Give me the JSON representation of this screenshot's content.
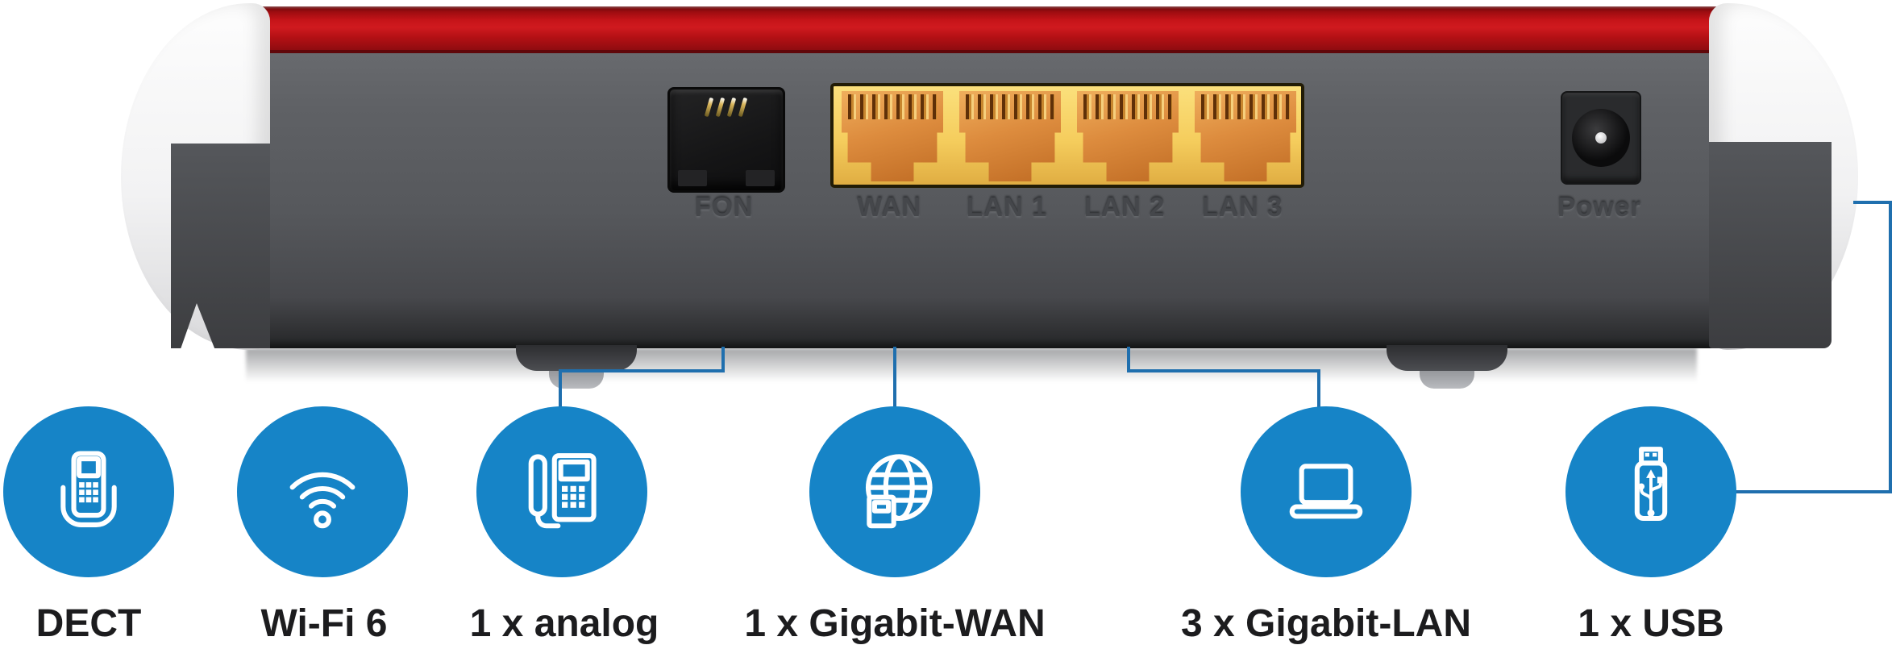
{
  "router": {
    "ports": {
      "fon_label": "FON",
      "wan_label": "WAN",
      "lan1_label": "LAN 1",
      "lan2_label": "LAN 2",
      "lan3_label": "LAN 3",
      "power_label": "Power"
    }
  },
  "features": [
    {
      "label": "DECT",
      "icon": "cordless-phone-icon"
    },
    {
      "label": "Wi-Fi 6",
      "icon": "wifi-icon"
    },
    {
      "label": "1 x analog",
      "icon": "desk-phone-icon"
    },
    {
      "label": "1 x Gigabit-WAN",
      "icon": "globe-icon"
    },
    {
      "label": "3 x Gigabit-LAN",
      "icon": "laptop-icon"
    },
    {
      "label": "1 x USB",
      "icon": "usb-stick-icon"
    }
  ],
  "colors": {
    "accent-blue": "#1684c7",
    "connector-blue": "#1f6fae",
    "brand-red": "#c01015",
    "port-yellow": "#f5cd5d",
    "port-orange": "#dd8c3e",
    "body-gray": "#5d5f63",
    "label-black": "#1c1c1e"
  }
}
